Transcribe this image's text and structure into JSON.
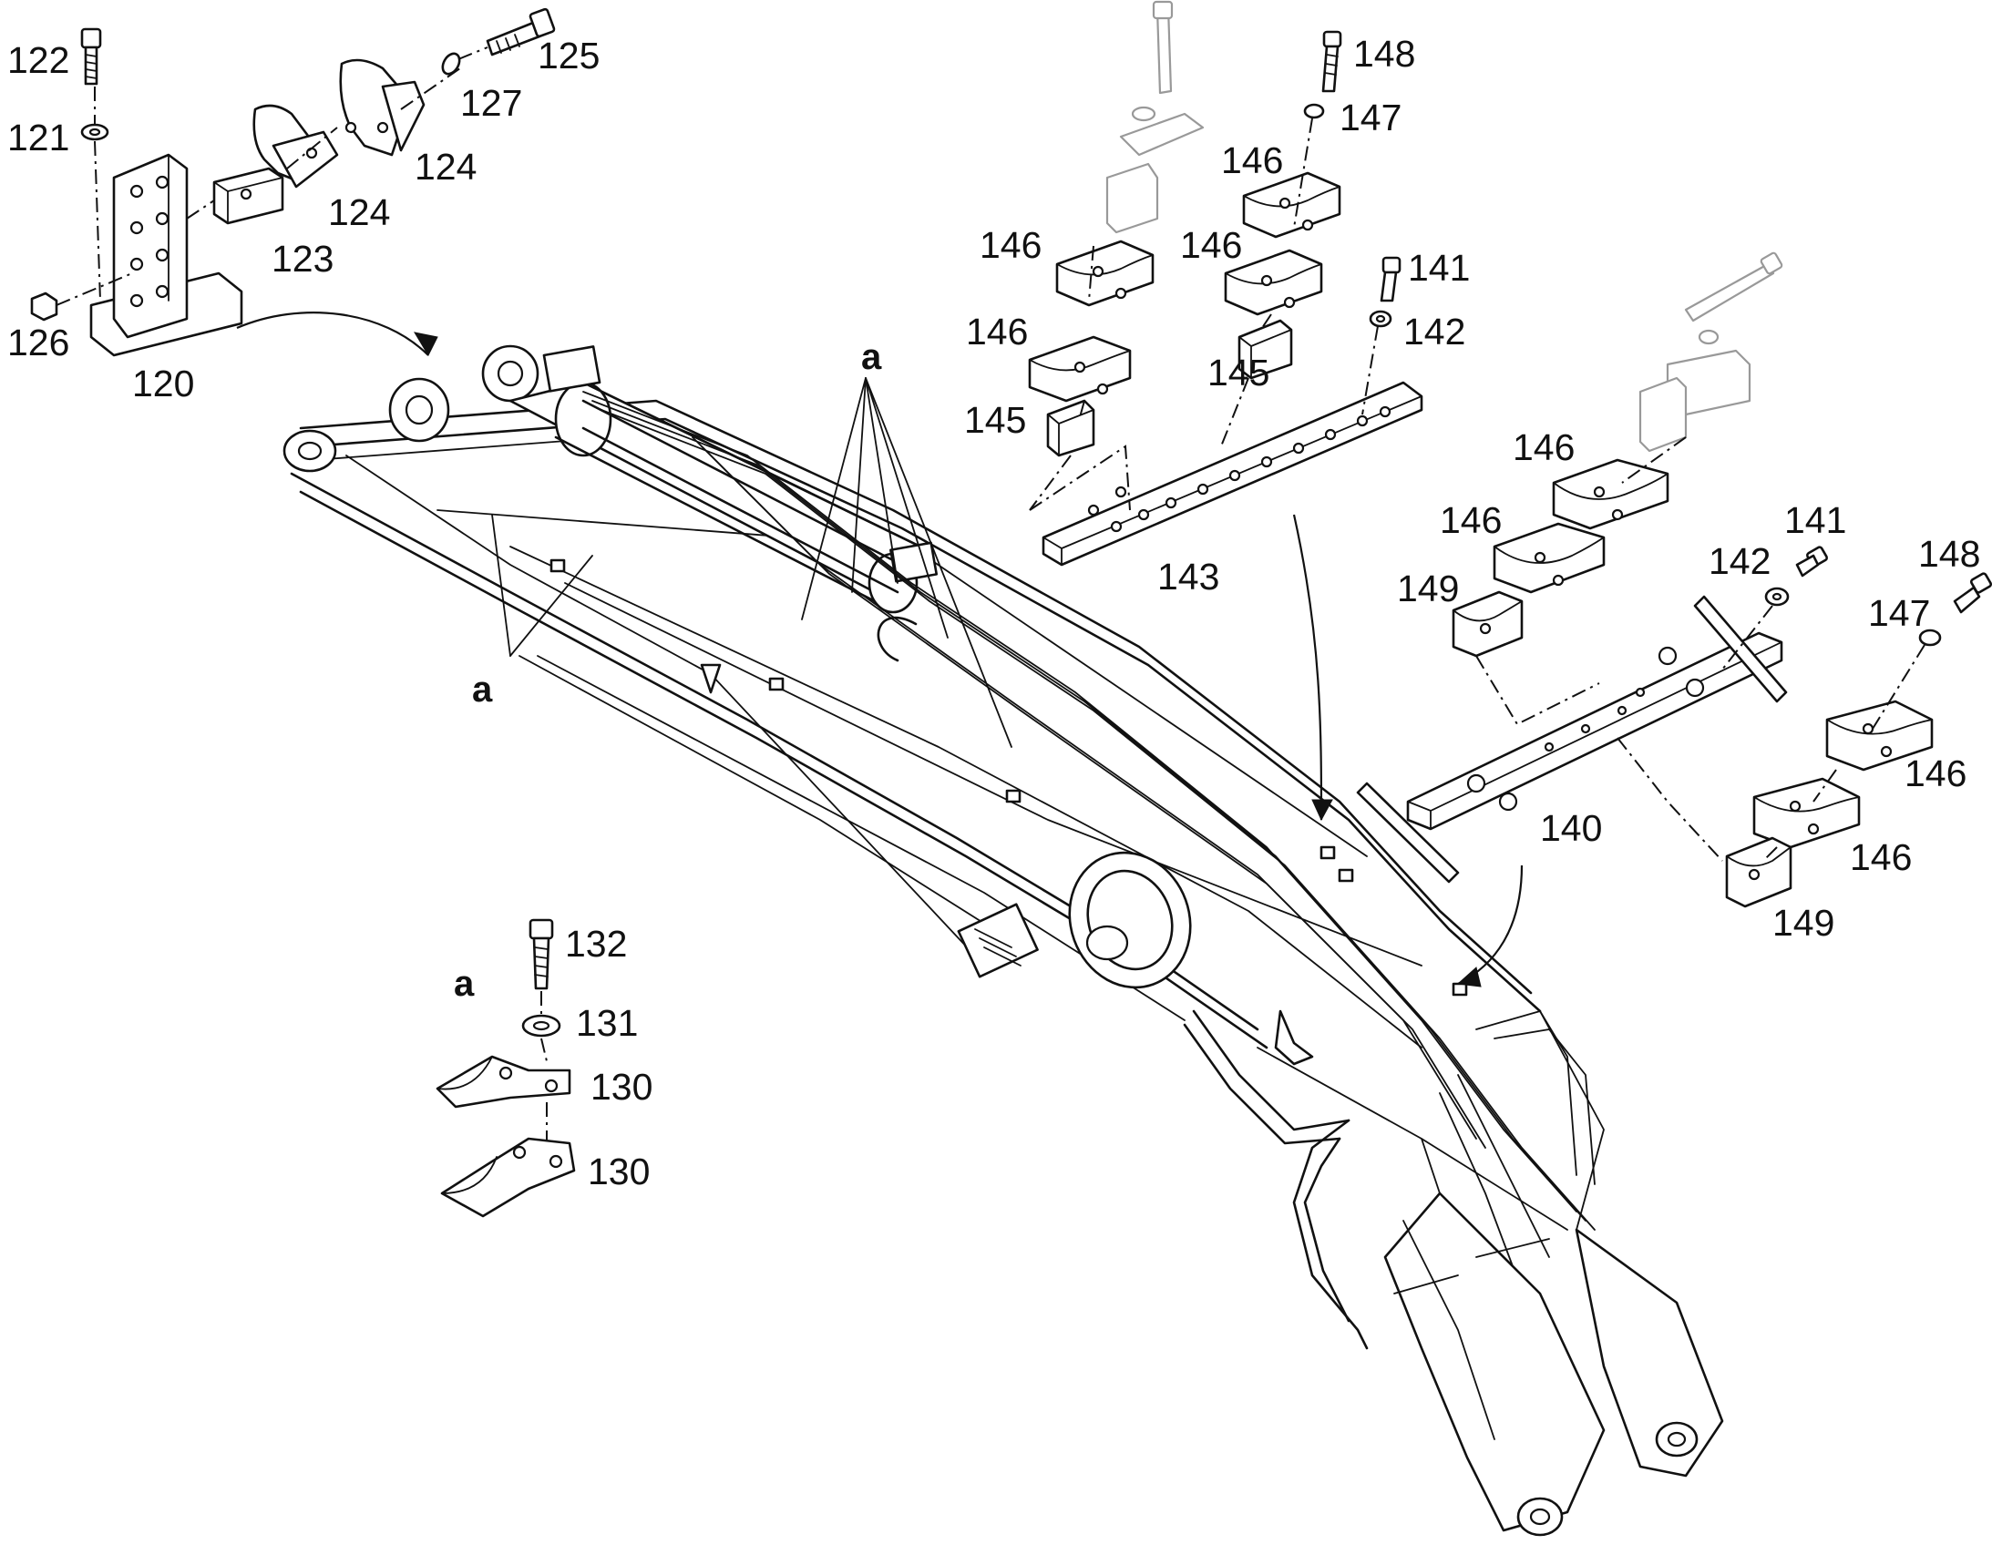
{
  "figure": {
    "background": "#ffffff",
    "line_color": "#111111"
  },
  "callouts": {
    "p120": "120",
    "p121": "121",
    "p122": "122",
    "p123": "123",
    "p124_a": "124",
    "p124_b": "124",
    "p125": "125",
    "p126": "126",
    "p127": "127",
    "p130_a": "130",
    "p130_b": "130",
    "p131": "131",
    "p132": "132",
    "p140": "140",
    "p141_a": "141",
    "p142_a": "142",
    "p143": "143",
    "p145_a": "145",
    "p145_b": "145",
    "p146_a": "146",
    "p146_b": "146",
    "p146_c": "146",
    "p146_d": "146",
    "p147_a": "147",
    "p148_a": "148",
    "p141_b": "141",
    "p142_b": "142",
    "p146_e": "146",
    "p146_f": "146",
    "p146_g": "146",
    "p146_h": "146",
    "p147_b": "147",
    "p148_b": "148",
    "p149_a": "149",
    "p149_b": "149"
  },
  "clamp_position_marker": "a"
}
